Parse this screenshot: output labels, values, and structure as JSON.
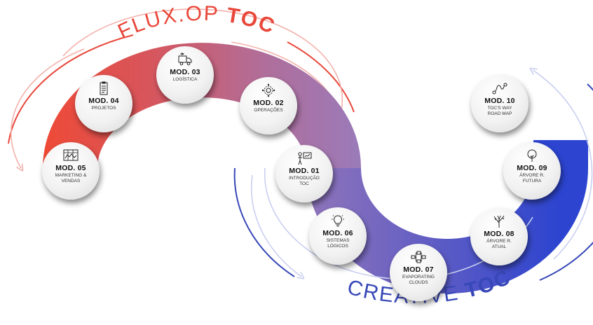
{
  "titles": {
    "top_prefix": "FLUX.OP",
    "top_bold": "TOC",
    "bottom_prefix": "CREATIVE",
    "bottom_bold": "TOC"
  },
  "colors": {
    "red": "#e8473a",
    "purple": "#9a7ab8",
    "blue": "#2f44c8",
    "arrow_red": "#f3b1ab",
    "arrow_blue": "#c9cff0",
    "title_red": "#e8473a",
    "title_blue": "#3848b8"
  },
  "modules": [
    {
      "code": "MOD. 01",
      "label": "INTRODUÇÃO\nTOC",
      "icon": "presentation-icon"
    },
    {
      "code": "MOD. 02",
      "label": "OPERAÇÕES",
      "icon": "gear-network-icon"
    },
    {
      "code": "MOD. 03",
      "label": "LOGÍSTICA",
      "icon": "truck-icon"
    },
    {
      "code": "MOD. 04",
      "label": "PROJETOS",
      "icon": "clipboard-icon"
    },
    {
      "code": "MOD. 05",
      "label": "MARKETING &\nVENDAS",
      "icon": "marketing-board-icon"
    },
    {
      "code": "MOD. 06",
      "label": "SISTEMAS\nLÓGICOS",
      "icon": "lightbulb-icon"
    },
    {
      "code": "MOD. 07",
      "label": "EVAPORATING\nCLOUDS",
      "icon": "flowchart-icon"
    },
    {
      "code": "MOD. 08",
      "label": "ÁRVORE R.\nATUAL",
      "icon": "bare-tree-icon"
    },
    {
      "code": "MOD. 09",
      "label": "ÁRVORE R.\nFUTURA",
      "icon": "tree-icon"
    },
    {
      "code": "MOD. 10",
      "label": "TOC'S WAY\nROAD MAP",
      "icon": "route-icon"
    }
  ]
}
